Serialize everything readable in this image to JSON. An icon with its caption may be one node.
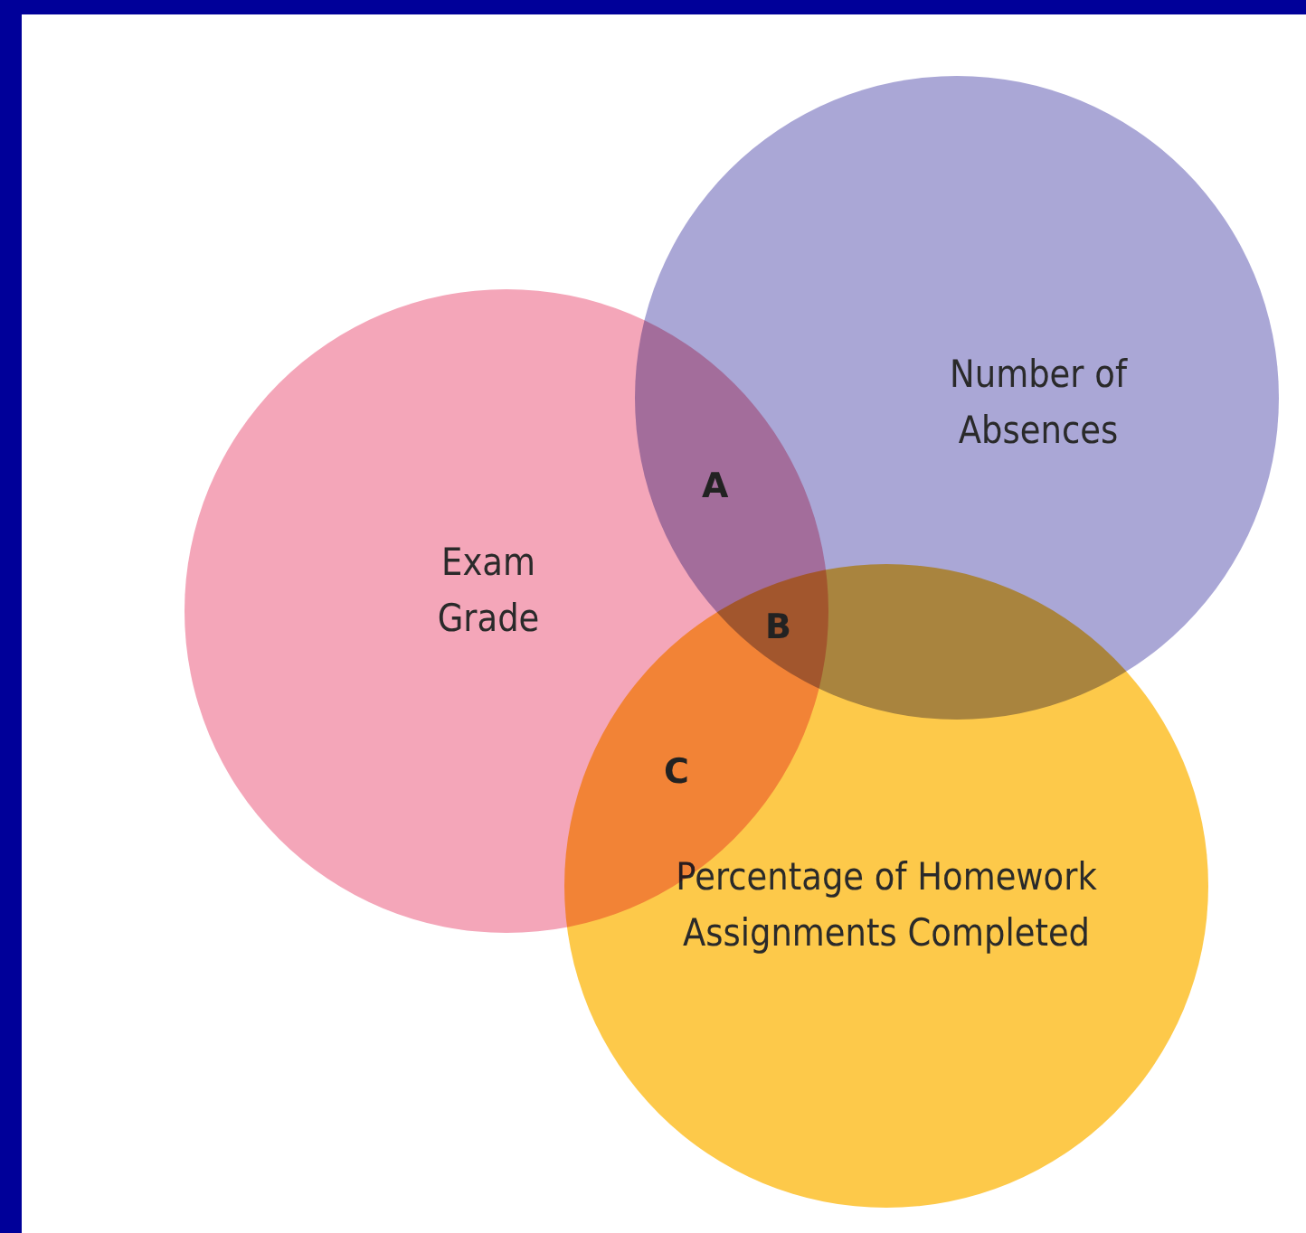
{
  "diagram": {
    "nodes": [
      {
        "text": [
          "Exam Grade"
        ]
      },
      {
        "text": [
          "Number of Absences"
        ]
      },
      {
        "text": [
          "Percentage of Homework Assignments Completed"
        ]
      }
    ],
    "labels": [
      "A",
      "B",
      "C"
    ]
  }
}
